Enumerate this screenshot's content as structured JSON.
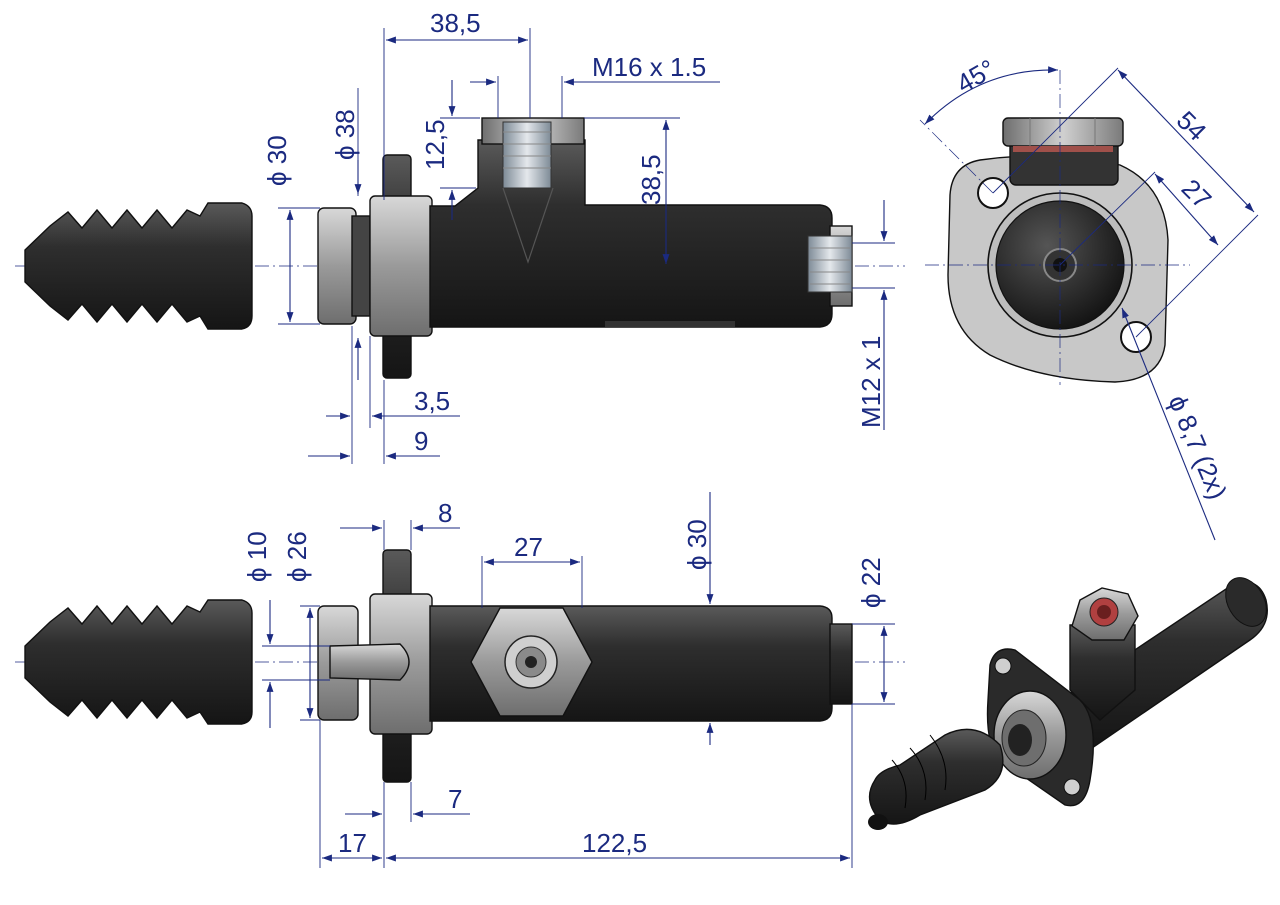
{
  "dimensions": {
    "d_38_5_top": "38,5",
    "thread_m16": "M16 x 1.5",
    "d_12_5": "12,5",
    "d_38_5_side": "38,5",
    "dia_30_left": "ϕ 30",
    "dia_38": "ϕ 38",
    "d_3_5": "3,5",
    "d_9": "9",
    "thread_m12": "M12 x 1",
    "angle_45": "45°",
    "d_54": "54",
    "d_27_flange": "27",
    "hole_dia": "ϕ 8,7 (2x)",
    "dia_10": "ϕ 10",
    "dia_26": "ϕ 26",
    "d_8": "8",
    "d_27_bottom": "27",
    "dia_30_bottom": "ϕ 30",
    "dia_22": "ϕ 22",
    "d_7": "7",
    "d_17": "17",
    "d_122_5": "122,5"
  },
  "colors": {
    "dimension": "#1b2a80",
    "body": "#2b2b2b",
    "metal": "#9a9a9a",
    "rubber": "#1e1e1e"
  }
}
